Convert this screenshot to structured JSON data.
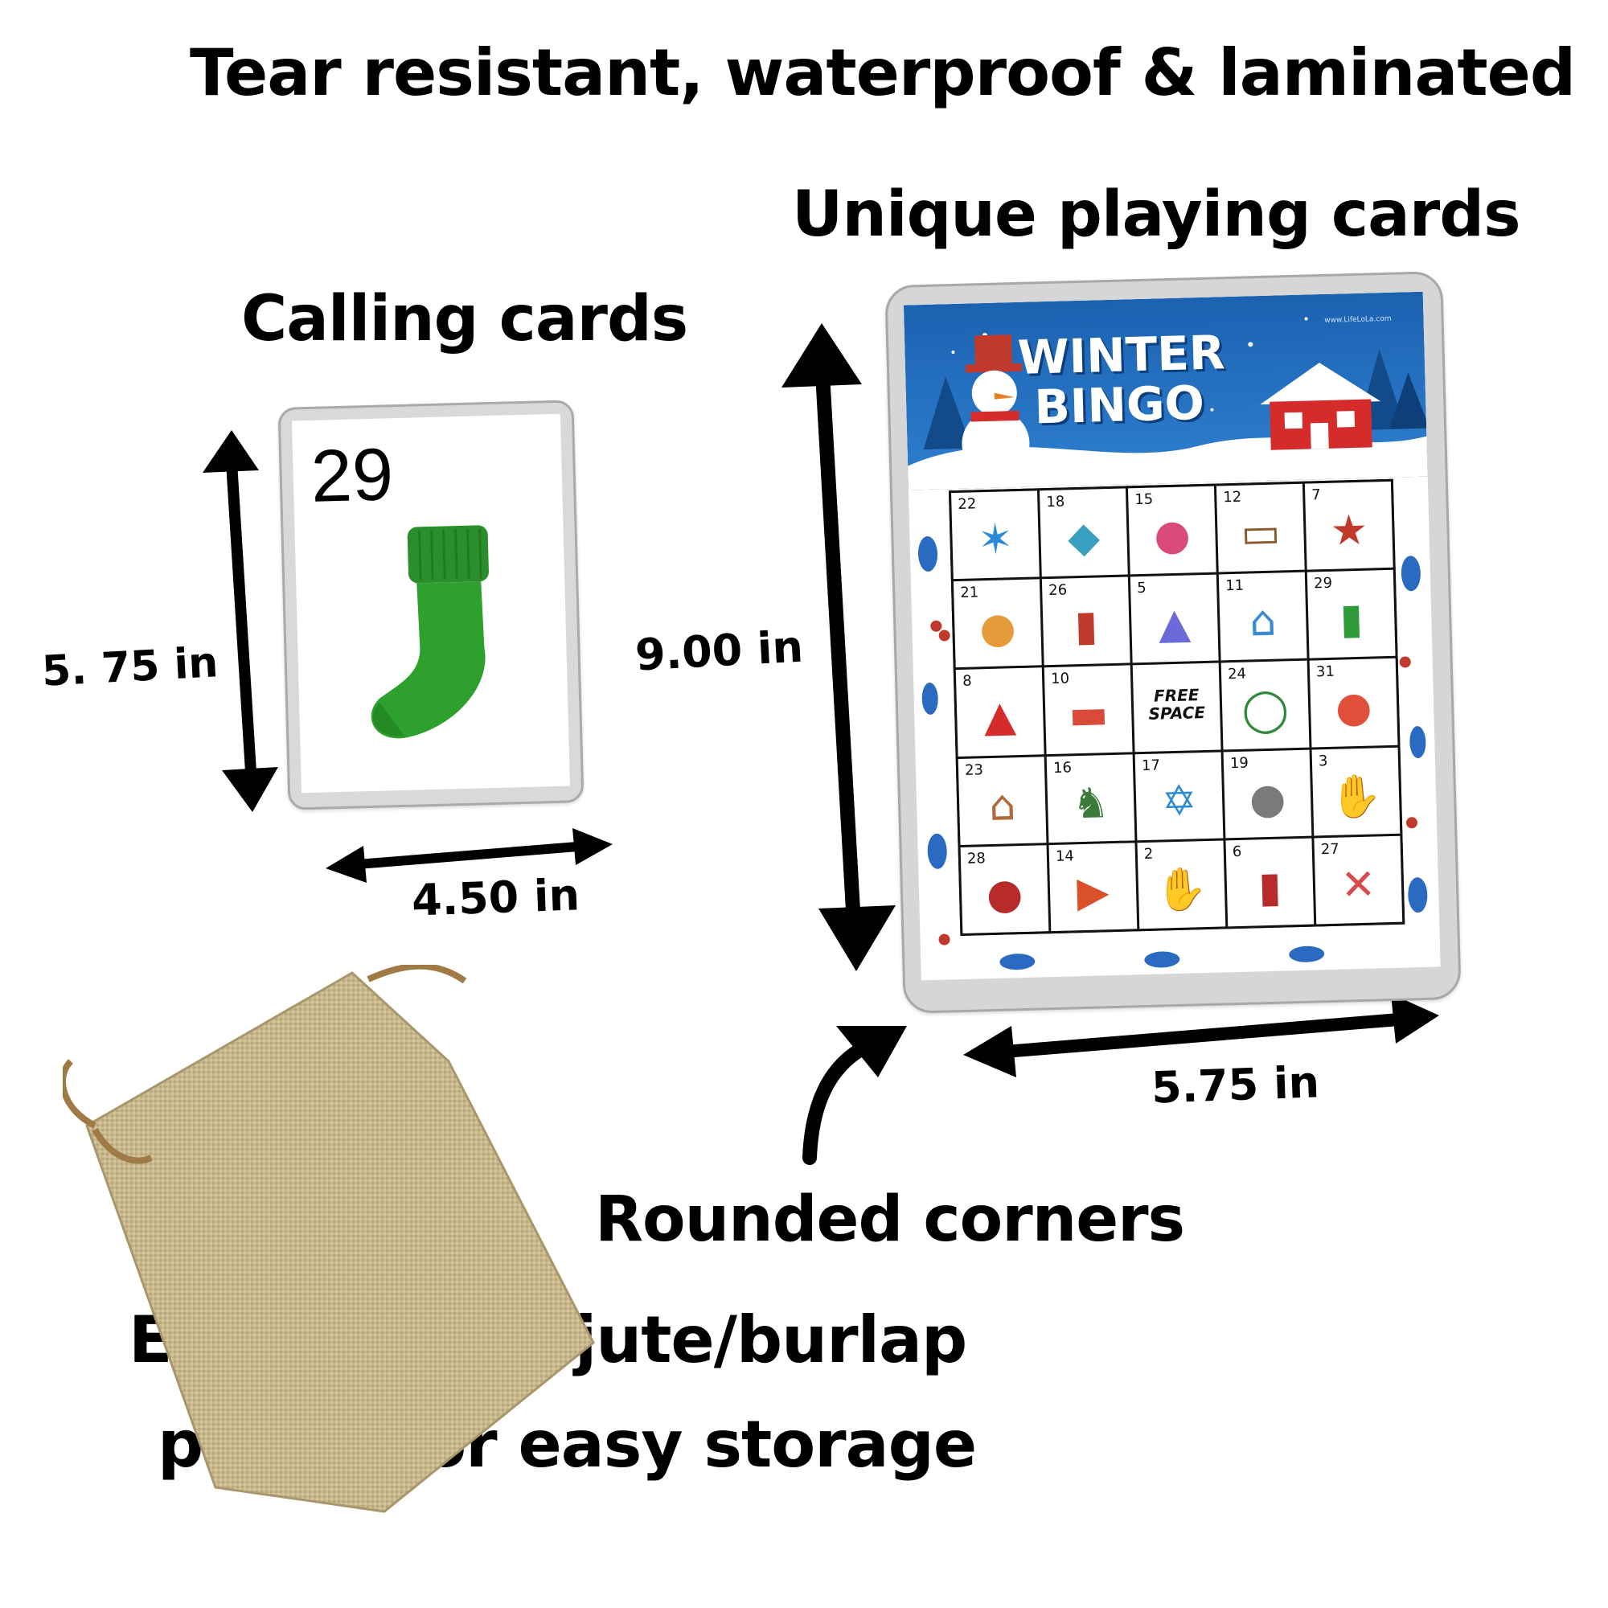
{
  "headings": {
    "title": "Tear resistant, waterproof & laminated",
    "unique": "Unique playing cards",
    "calling": "Calling cards",
    "rounded": "Rounded corners",
    "pouch_line1": "Eco-friendly jute/burlap",
    "pouch_line2": "pouch for easy storage"
  },
  "dimensions": {
    "calling_height": "5. 75 in",
    "calling_width": "4.50 in",
    "board_height": "9.00 in",
    "board_width": "5.75 in"
  },
  "calling_card": {
    "number": "29",
    "icon": "green-sock-icon"
  },
  "bingo": {
    "title_line1": "WINTER",
    "title_line2": "BINGO",
    "site": "www.LifeLoLa.com",
    "free_line1": "FREE",
    "free_line2": "SPACE",
    "cells": [
      {
        "n": "22",
        "g": "✶",
        "c": "#2a8ad8",
        "name": "star-icon"
      },
      {
        "n": "18",
        "g": "◆",
        "c": "#3aa0c0",
        "name": "dreidel-icon"
      },
      {
        "n": "15",
        "g": "●",
        "c": "#d94a7a",
        "name": "raccoon-icon"
      },
      {
        "n": "12",
        "g": "▭",
        "c": "#8a5a2a",
        "name": "sled-icon"
      },
      {
        "n": "7",
        "g": "★",
        "c": "#c0392b",
        "name": "santa-icon"
      },
      {
        "n": "21",
        "g": "●",
        "c": "#e59b3a",
        "name": "cookies-icon"
      },
      {
        "n": "26",
        "g": "▮",
        "c": "#c0392b",
        "name": "boot-icon"
      },
      {
        "n": "5",
        "g": "▲",
        "c": "#6a6ad8",
        "name": "winter-hat-icon"
      },
      {
        "n": "11",
        "g": "⌂",
        "c": "#3a8ad0",
        "name": "houses-icon"
      },
      {
        "n": "29",
        "g": "▮",
        "c": "#2e9a3a",
        "name": "sock-icon"
      },
      {
        "n": "8",
        "g": "▲",
        "c": "#d62b2b",
        "name": "santa-hat-icon"
      },
      {
        "n": "10",
        "g": "▬",
        "c": "#d94a3a",
        "name": "ice-skates-icon"
      },
      {
        "n": "",
        "g": "",
        "c": "#111",
        "name": "free-space",
        "free": true
      },
      {
        "n": "24",
        "g": "◯",
        "c": "#2e8a3a",
        "name": "wreath-icon"
      },
      {
        "n": "31",
        "g": "●",
        "c": "#e0503a",
        "name": "ornament-icon"
      },
      {
        "n": "23",
        "g": "⌂",
        "c": "#b06a3a",
        "name": "gingerbread-house-icon"
      },
      {
        "n": "16",
        "g": "♞",
        "c": "#3a7a3a",
        "name": "reindeer-icon"
      },
      {
        "n": "17",
        "g": "✡",
        "c": "#2a8ad8",
        "name": "star-of-david-icon"
      },
      {
        "n": "19",
        "g": "●",
        "c": "#7a7a7a",
        "name": "seal-icon"
      },
      {
        "n": "3",
        "g": "✋",
        "c": "#3a9ad8",
        "name": "blue-mittens-icon"
      },
      {
        "n": "28",
        "g": "●",
        "c": "#b82b2b",
        "name": "gift-sack-icon"
      },
      {
        "n": "14",
        "g": "▶",
        "c": "#d9502a",
        "name": "bird-icon"
      },
      {
        "n": "2",
        "g": "✋",
        "c": "#c0392b",
        "name": "red-mittens-icon"
      },
      {
        "n": "6",
        "g": "▮",
        "c": "#b82b2b",
        "name": "scarf-icon"
      },
      {
        "n": "27",
        "g": "✕",
        "c": "#d94a4a",
        "name": "candy-canes-icon"
      }
    ]
  },
  "colors": {
    "banner": "#1b62b0",
    "pouch": "#c9b98f",
    "sock": "#2e8f2e"
  }
}
